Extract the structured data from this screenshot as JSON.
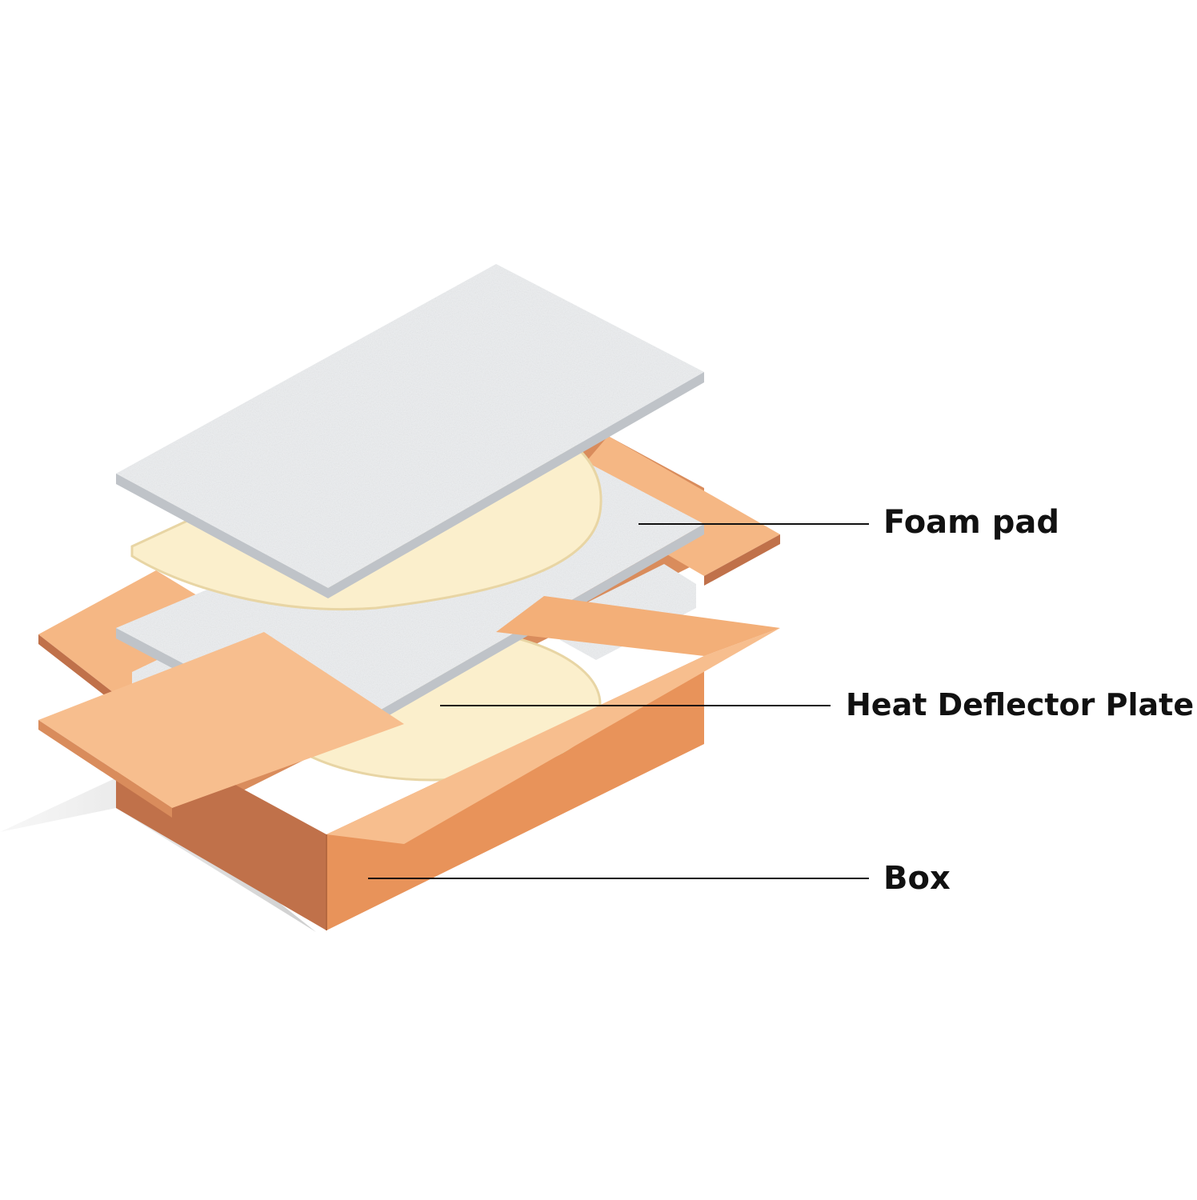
{
  "callouts": {
    "foam_pad": "Foam pad",
    "heat_deflector_plate": "Heat Deflector Plate",
    "box": "Box"
  },
  "colors": {
    "box_front": "#E8935A",
    "box_side": "#C0714A",
    "flap_light": "#F7BE8E",
    "flap_top": "#F5B784",
    "foam": "#ECEEF0",
    "foam_edge": "#BFC3C8",
    "pizza_stone": "#FBEFCC",
    "pizza_stone_edge": "#E8D5A4",
    "leader_line": "#111111"
  }
}
